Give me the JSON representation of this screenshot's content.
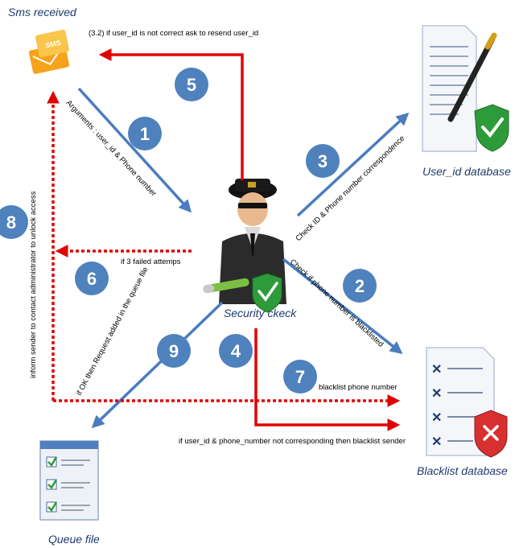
{
  "nodes": {
    "sms": "Sms received",
    "sms_icon_text": "SMS",
    "userdb": "User_id database",
    "blacklist": "Blacklist database",
    "queue": "Queue file",
    "security": "Security ckeck"
  },
  "steps": [
    "1",
    "2",
    "3",
    "4",
    "5",
    "6",
    "7",
    "8",
    "9"
  ],
  "labels": {
    "resend": "(3.2) if user_id  is not correct ask to resend user_id",
    "arguments": "Arguments : user_id  & Phone number",
    "check_id": "Check ID & Phone number correspondence",
    "check_blacklist": "Check if phone number is blacklisted",
    "failed": "if 3 failed attemps",
    "inform": "inform sender  to contact administrator to unlock access",
    "request_queue": "if OK then Request added in the queue file",
    "blacklist_number": "blacklist phone number",
    "not_corresponding": "if user_id & phone_number not corresponding then blacklist sender"
  },
  "colors": {
    "blue_arrow": "#4a7cc0",
    "red_arrow": "#e00000",
    "circle": "#4f81bd",
    "caption": "#1f3a6e"
  }
}
